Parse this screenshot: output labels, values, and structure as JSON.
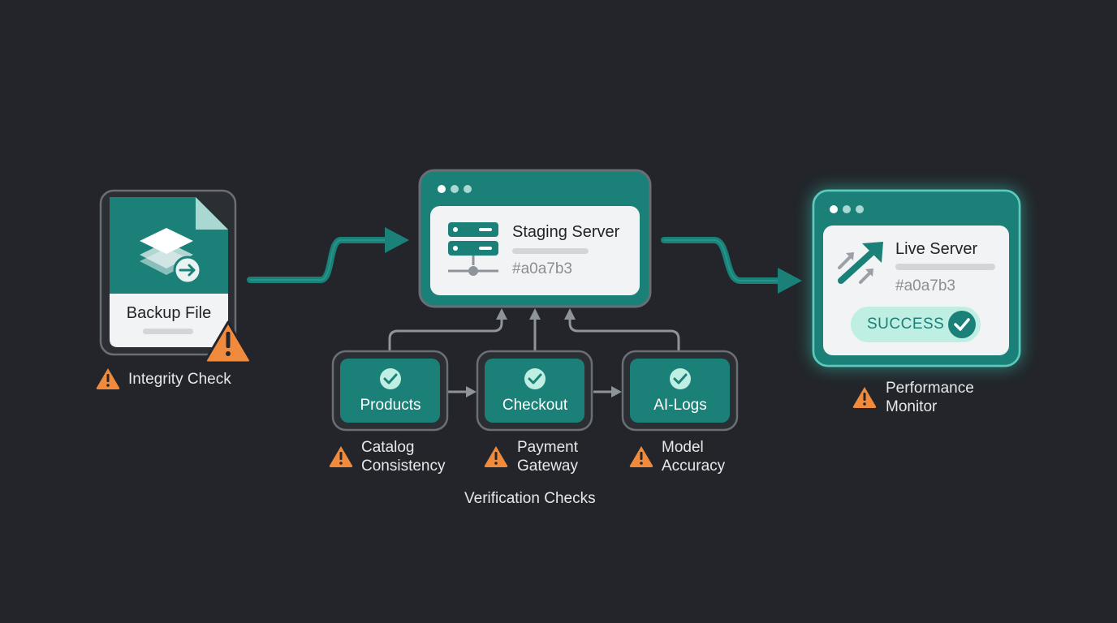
{
  "backup": {
    "label": "Backup File",
    "check": "Integrity Check"
  },
  "staging": {
    "title": "Staging Server",
    "hash": "#a0a7b3"
  },
  "live": {
    "title": "Live Server",
    "hash": "#a0a7b3",
    "status": "SUCCESS",
    "check_line1": "Performance",
    "check_line2": "Monitor"
  },
  "checks": [
    {
      "label": "Products",
      "note_line1": "Catalog",
      "note_line2": "Consistency"
    },
    {
      "label": "Checkout",
      "note_line1": "Payment",
      "note_line2": "Gateway"
    },
    {
      "label": "AI-Logs",
      "note_line1": "Model",
      "note_line2": "Accuracy"
    }
  ],
  "group_label": "Verification Checks",
  "colors": {
    "background": "#23252a",
    "teal": "#1b8178",
    "panel": "#f1f3f4",
    "warning": "#f08a3c",
    "success_bg": "#bfeee3"
  },
  "icons": [
    "layers-icon",
    "arrow-right-circle-icon",
    "warning-icon",
    "server-icon",
    "trend-up-icon",
    "check-circle-icon"
  ]
}
